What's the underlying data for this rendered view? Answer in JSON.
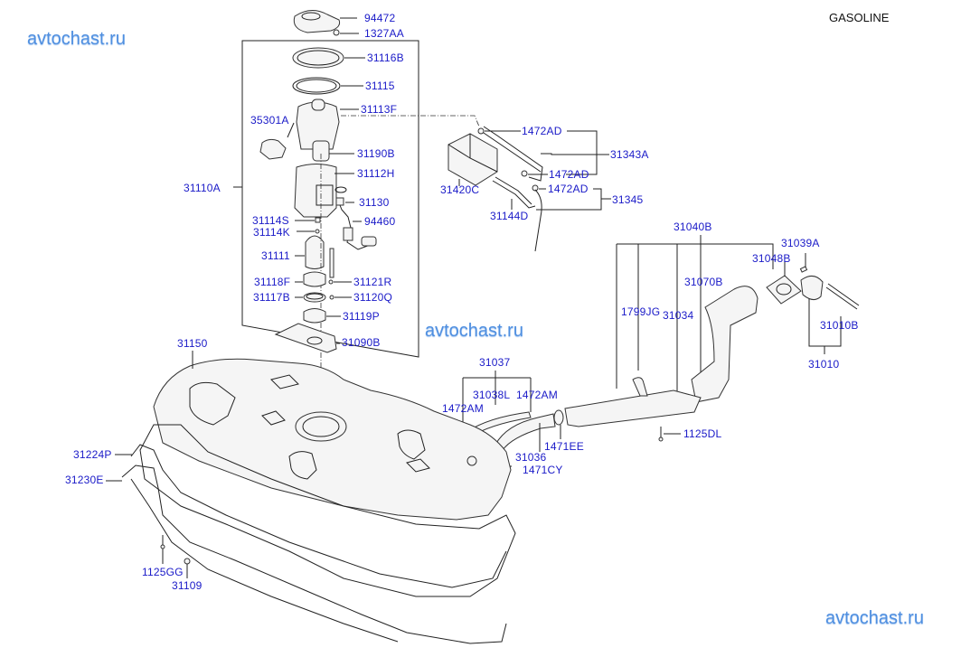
{
  "title": "GASOLINE",
  "watermarks": [
    "avtochast.ru",
    "avtochast.ru",
    "avtochast.ru"
  ],
  "colors": {
    "label": "#1a1ac8",
    "watermark": "#4f8fe0",
    "lines": "#222222"
  },
  "labels": {
    "p94472": "94472",
    "p1327AA": "1327AA",
    "p31116B": "31116B",
    "p31115": "31115",
    "p31113F": "31113F",
    "p35301A": "35301A",
    "p31190B": "31190B",
    "p31112H": "31112H",
    "p31110A": "31110A",
    "p31130": "31130",
    "p31114S": "31114S",
    "p94460": "94460",
    "p31114K": "31114K",
    "p31111": "31111",
    "p31118F": "31118F",
    "p31121R": "31121R",
    "p31117B": "31117B",
    "p31120Q": "31120Q",
    "p31119P": "31119P",
    "p31090B": "31090B",
    "p1472AD_1": "1472AD",
    "p31343A": "31343A",
    "p1472AD_2": "1472AD",
    "p31420C": "31420C",
    "p1472AD_3": "1472AD",
    "p31345": "31345",
    "p31144D": "31144D",
    "p31040B": "31040B",
    "p31039A": "31039A",
    "p31048B": "31048B",
    "p31070B": "31070B",
    "p1799JG": "1799JG",
    "p31034": "31034",
    "p31010B": "31010B",
    "p31010": "31010",
    "p31150": "31150",
    "p31037": "31037",
    "p31038L": "31038L",
    "p1472AM_1": "1472AM",
    "p1472AM_2": "1472AM",
    "p1125DL": "1125DL",
    "p1471EE": "1471EE",
    "p31036": "31036",
    "p1471CY": "1471CY",
    "p31224P": "31224P",
    "p31230E": "31230E",
    "p1125GG": "1125GG",
    "p31109": "31109"
  }
}
